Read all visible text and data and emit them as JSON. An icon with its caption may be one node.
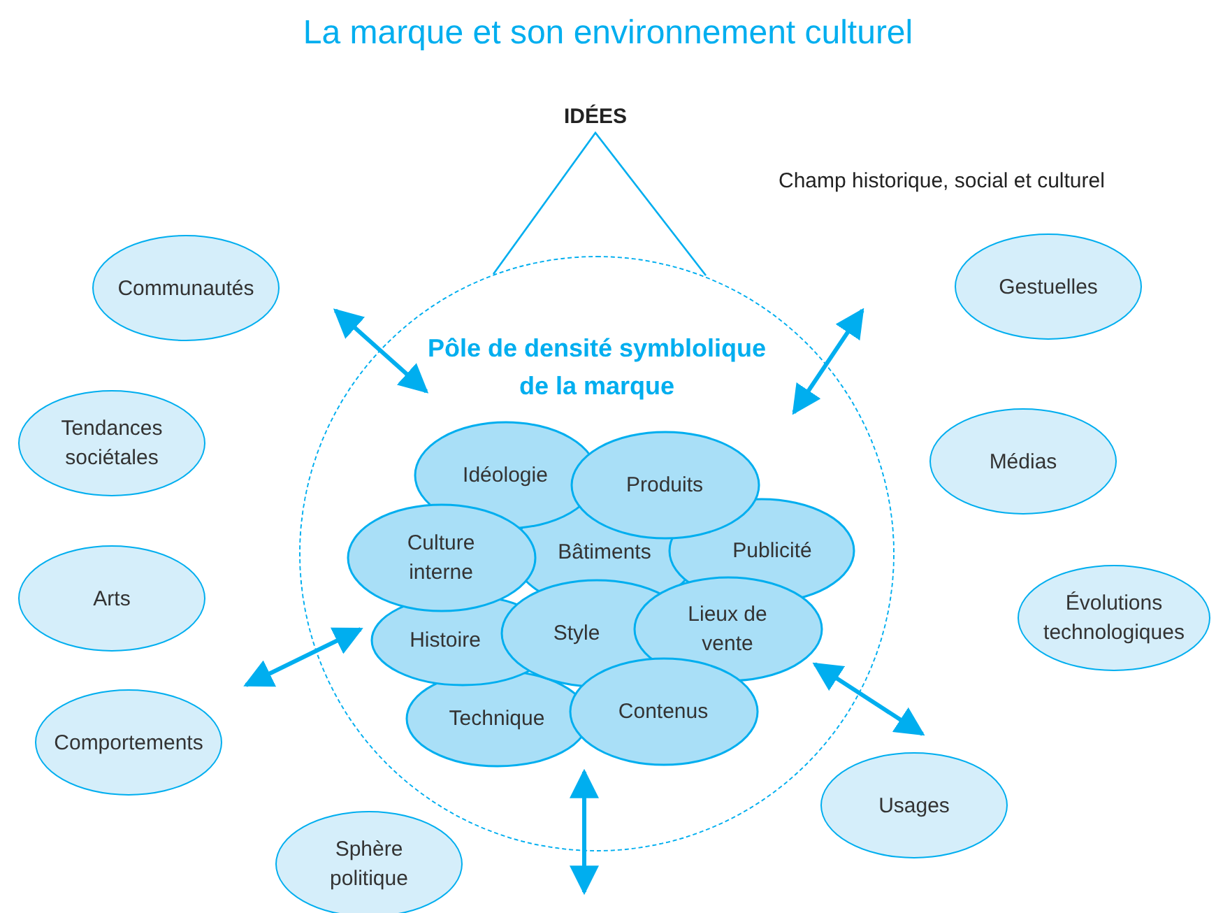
{
  "diagram": {
    "title": "La marque et son environnement culturel",
    "nodes": [
      {
        "text": [
          "Pôle de densité symblolique de la marque"
        ]
      },
      {
        "text": [
          "Idéologie"
        ],
        "in": 0
      },
      {
        "text": [
          "Produits"
        ],
        "in": 0
      },
      {
        "text": [
          "Culture interne"
        ],
        "in": 0
      },
      {
        "text": [
          "Bâtiments"
        ],
        "in": 0
      },
      {
        "text": [
          "Publicité"
        ],
        "in": 0
      },
      {
        "text": [
          "Histoire"
        ],
        "in": 0
      },
      {
        "text": [
          "Style"
        ],
        "in": 0
      },
      {
        "text": [
          "Lieux de vente"
        ],
        "in": 0
      },
      {
        "text": [
          "Technique"
        ],
        "in": 0
      },
      {
        "text": [
          "Contenus"
        ],
        "in": 0
      },
      {
        "text": [
          "Communautés"
        ]
      },
      {
        "text": [
          "Gestuelles"
        ]
      },
      {
        "text": [
          "Tendances sociétales"
        ]
      },
      {
        "text": [
          "Médias"
        ]
      },
      {
        "text": [
          "Arts"
        ]
      },
      {
        "text": [
          "Évolutions technologiques"
        ]
      },
      {
        "text": [
          "Comportements"
        ]
      },
      {
        "text": [
          "Usages"
        ]
      },
      {
        "text": [
          "Sphère politique"
        ]
      }
    ],
    "edges": [
      {
        "from": 0,
        "to": null,
        "arrow": "both"
      },
      {
        "from": 0,
        "to": null,
        "arrow": "both"
      },
      {
        "from": 6,
        "to": 17,
        "arrow": "both"
      },
      {
        "from": 8,
        "to": 18,
        "arrow": "both"
      },
      {
        "from": 0,
        "to": null,
        "arrow": "both"
      }
    ],
    "labels": [
      "IDÉES",
      "Champ historique, social et culturel"
    ]
  }
}
